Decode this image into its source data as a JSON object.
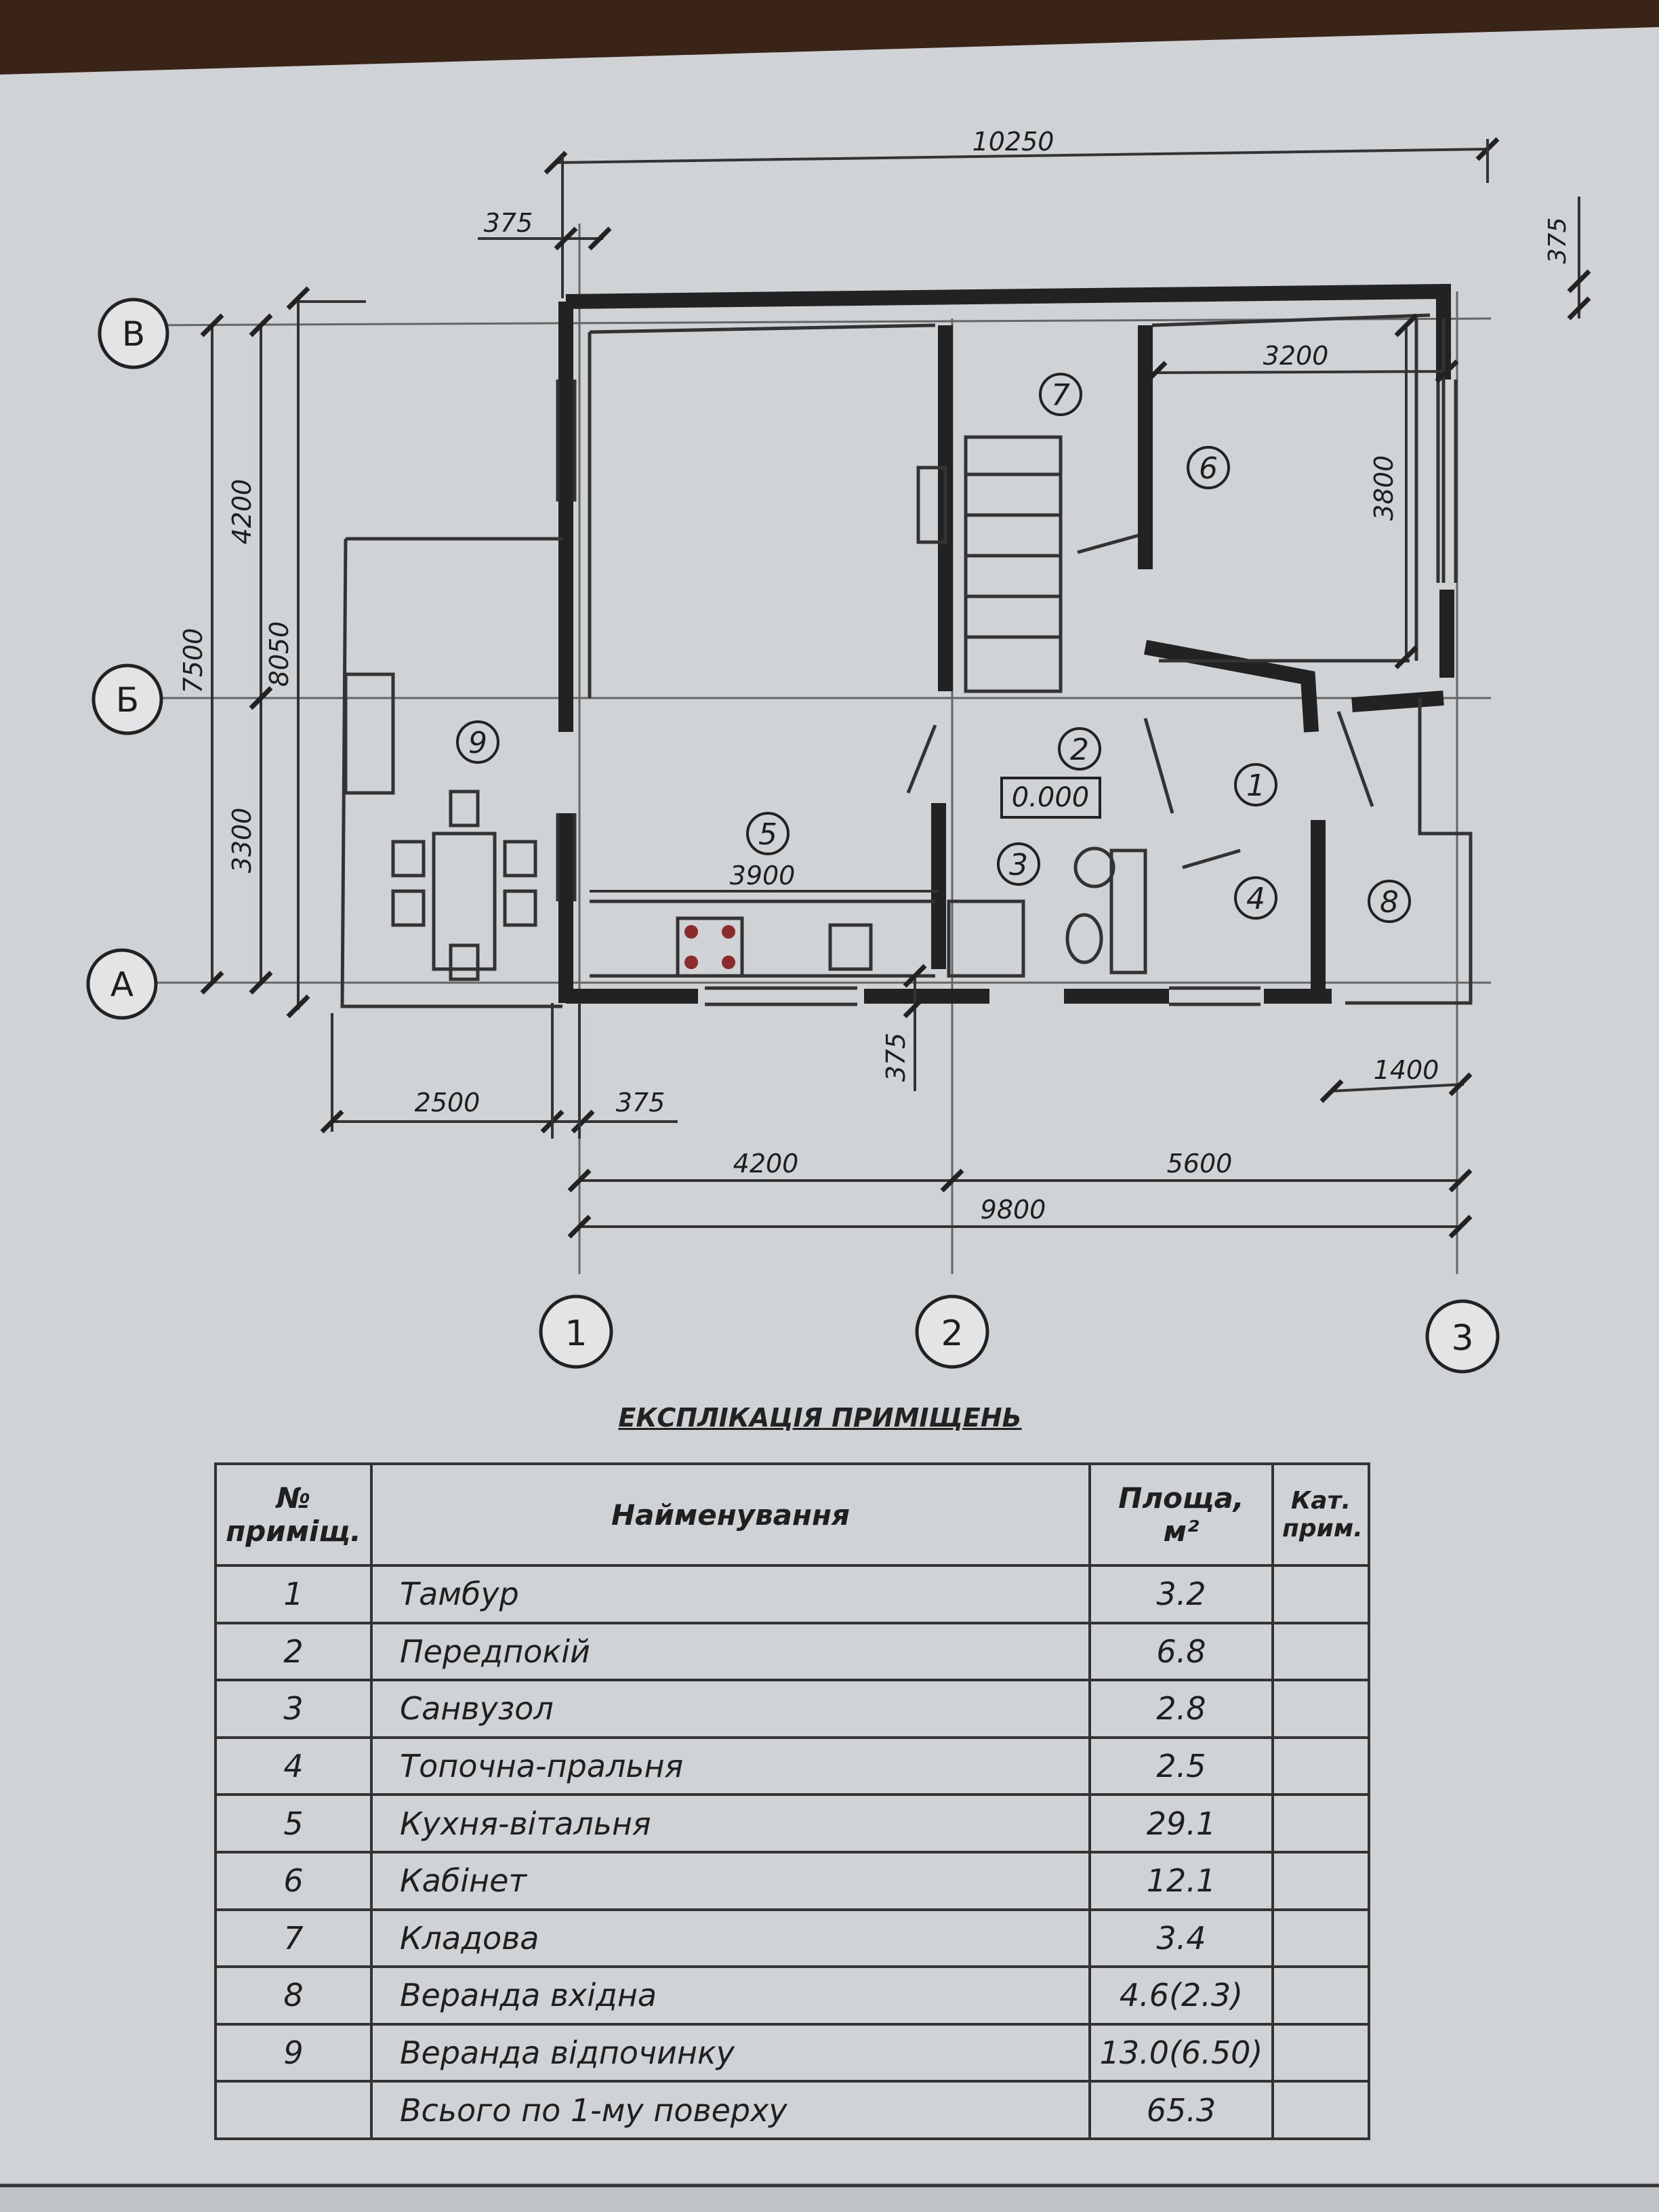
{
  "plan": {
    "dims": {
      "total_top": "10250",
      "top_left_wall": "375",
      "top_right_wall": "375",
      "room6_width": "3200",
      "room6_height": "3800",
      "left_dim_4200": "4200",
      "left_dim_7500": "7500",
      "left_dim_8050": "8050",
      "left_dim_3300": "3300",
      "kitchen_width": "3900",
      "bottom_wall": "375",
      "veranda_width": "2500",
      "wall_375_bottom": "375",
      "right_1400": "1400",
      "axis_1_2": "4200",
      "axis_2_3": "5600",
      "total_bottom": "9800"
    },
    "axes": {
      "row_b": "В",
      "row_b2": "Б",
      "row_a": "А",
      "col_1": "1",
      "col_2": "2",
      "col_3": "3"
    },
    "rooms": {
      "r1": "1",
      "r2": "2",
      "r3": "3",
      "r4": "4",
      "r5": "5",
      "r6": "6",
      "r7": "7",
      "r8": "8",
      "r9": "9"
    },
    "level": "0.000"
  },
  "explication": {
    "title": "ЕКСПЛІКАЦІЯ ПРИМІЩЕНЬ",
    "headers": {
      "num": "№ приміщ.",
      "name": "Найменування",
      "area": "Площа, м²",
      "cat": "Кат. прим."
    },
    "rows": [
      {
        "num": "1",
        "name": "Тамбур",
        "area": "3.2"
      },
      {
        "num": "2",
        "name": "Передпокій",
        "area": "6.8"
      },
      {
        "num": "3",
        "name": "Санвузол",
        "area": "2.8"
      },
      {
        "num": "4",
        "name": "Топочна-пральня",
        "area": "2.5"
      },
      {
        "num": "5",
        "name": "Кухня-вітальня",
        "area": "29.1"
      },
      {
        "num": "6",
        "name": "Кабінет",
        "area": "12.1"
      },
      {
        "num": "7",
        "name": "Кладова",
        "area": "3.4"
      },
      {
        "num": "8",
        "name": "Веранда вхідна",
        "area": "4.6(2.3)"
      },
      {
        "num": "9",
        "name": "Веранда відпочинку",
        "area": "13.0(6.50)"
      },
      {
        "num": "",
        "name": "Всього по 1-му поверху",
        "area": "65.3"
      }
    ]
  }
}
